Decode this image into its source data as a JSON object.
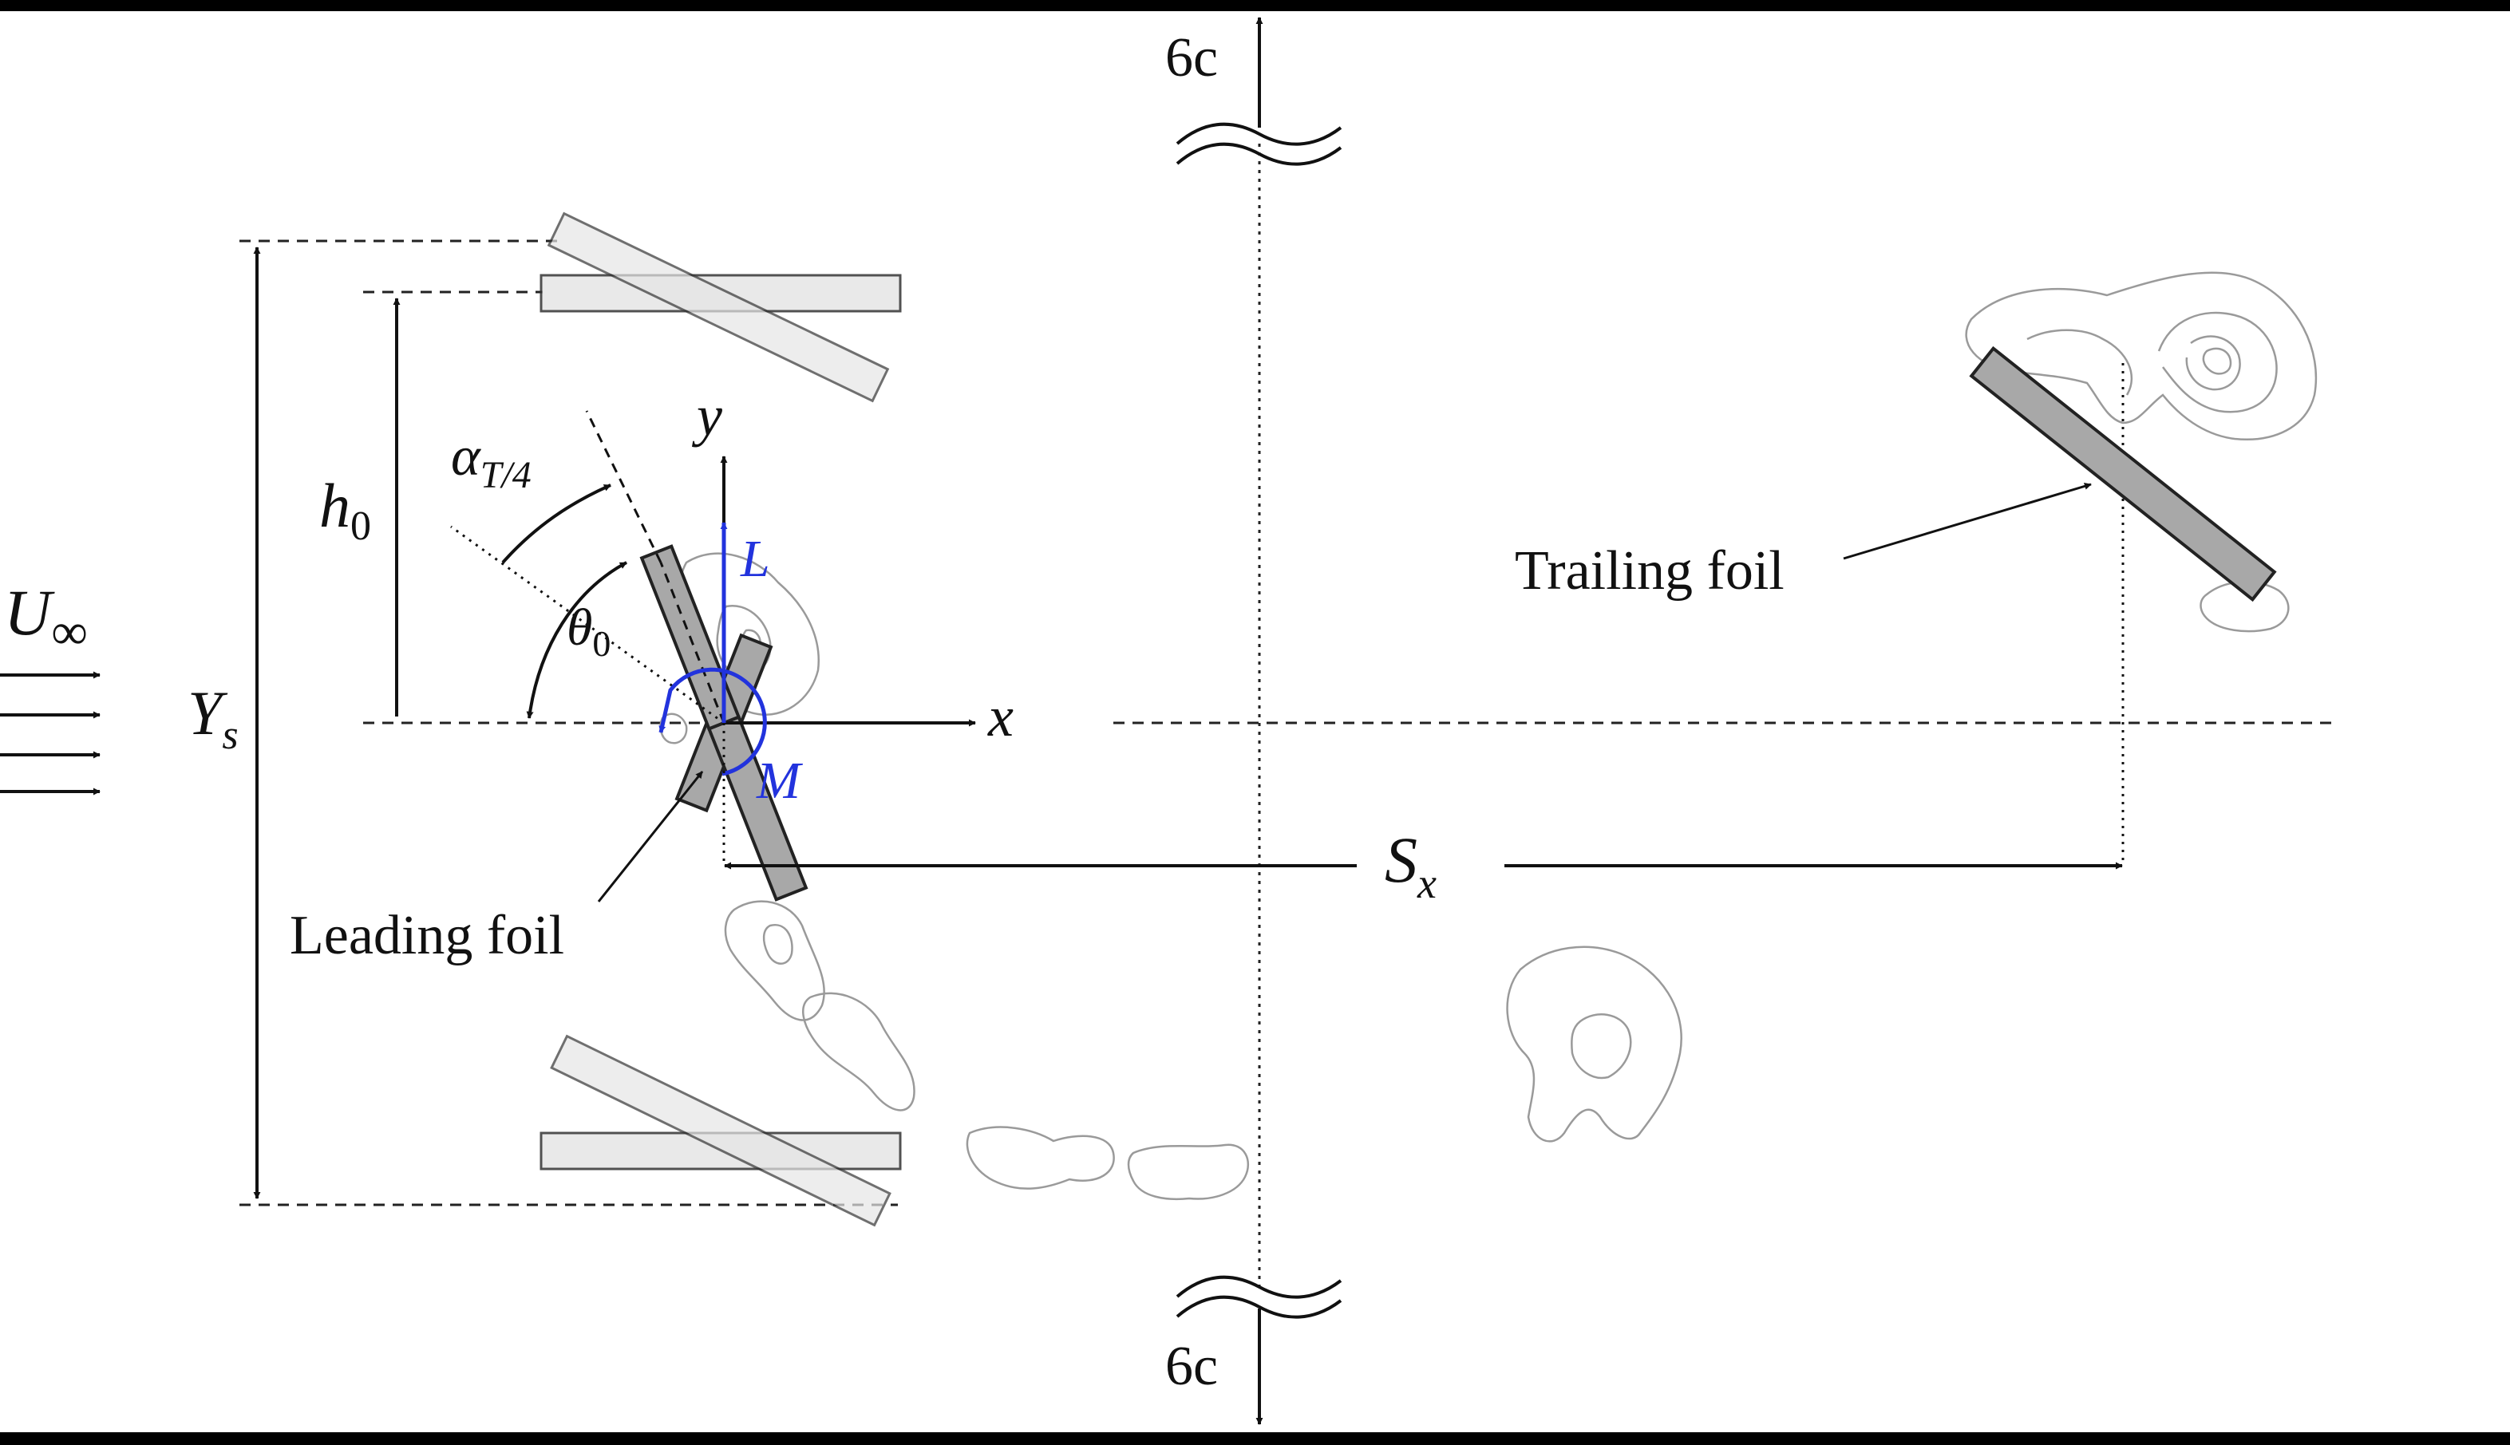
{
  "labels": {
    "top_extent": "6c",
    "bottom_extent": "6c",
    "y_axis": "y",
    "x_axis": "x",
    "lift": "L",
    "moment": "M",
    "pitch_angle_quarter": "α",
    "pitch_angle_quarter_sub": "T/4",
    "pitch_amplitude": "θ",
    "pitch_amplitude_sub": "0",
    "heave_amplitude": "h",
    "heave_amplitude_sub": "0",
    "freestream": "U",
    "freestream_sub": "∞",
    "swept_extent": "Y",
    "swept_extent_sub": "s",
    "spacing": "S",
    "spacing_sub": "x",
    "leading_foil": "Leading foil",
    "trailing_foil": "Trailing foil"
  },
  "colors": {
    "ink": "#111111",
    "force_blue": "#2233dd",
    "foil_dark": "#a8a8a8",
    "foil_light": "#e6e6e6",
    "vortex_gray": "#9a9a9a"
  }
}
